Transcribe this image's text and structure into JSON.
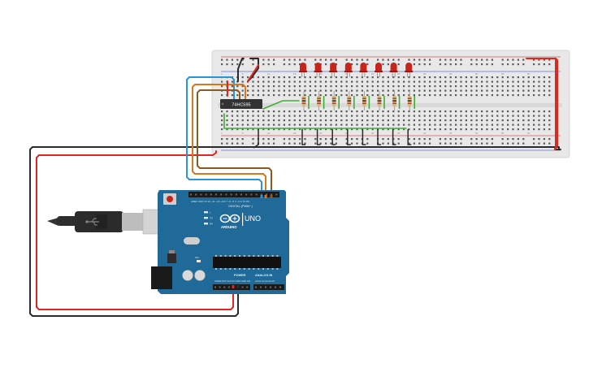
{
  "circuit": {
    "chip_label": "74HC595",
    "led_count": 8,
    "resistor_count": 8
  },
  "arduino": {
    "brand": "ARDUINO",
    "model": "UNO",
    "digital_header": "DIGITAL (PWM~)",
    "power_header": "POWER",
    "analog_header": "ANALOG IN",
    "tx_label": "TX",
    "rx_label": "RX",
    "l_label": "L",
    "on_label": "ON"
  },
  "breadboard": {
    "row_numbers": [
      "1",
      "5",
      "10",
      "15",
      "20",
      "25",
      "30",
      "35",
      "40",
      "45",
      "50",
      "55",
      "60"
    ]
  },
  "colors": {
    "breadboard": "#e9e9e9",
    "arduino_board": "#1f6a98",
    "wire_red": "#e0271f",
    "wire_black": "#2b2b2b",
    "wire_blue": "#2796d8",
    "wire_orange": "#d9771d",
    "wire_brown": "#8a5a22",
    "wire_green": "#3fae34",
    "led_red": "#c8241c"
  }
}
